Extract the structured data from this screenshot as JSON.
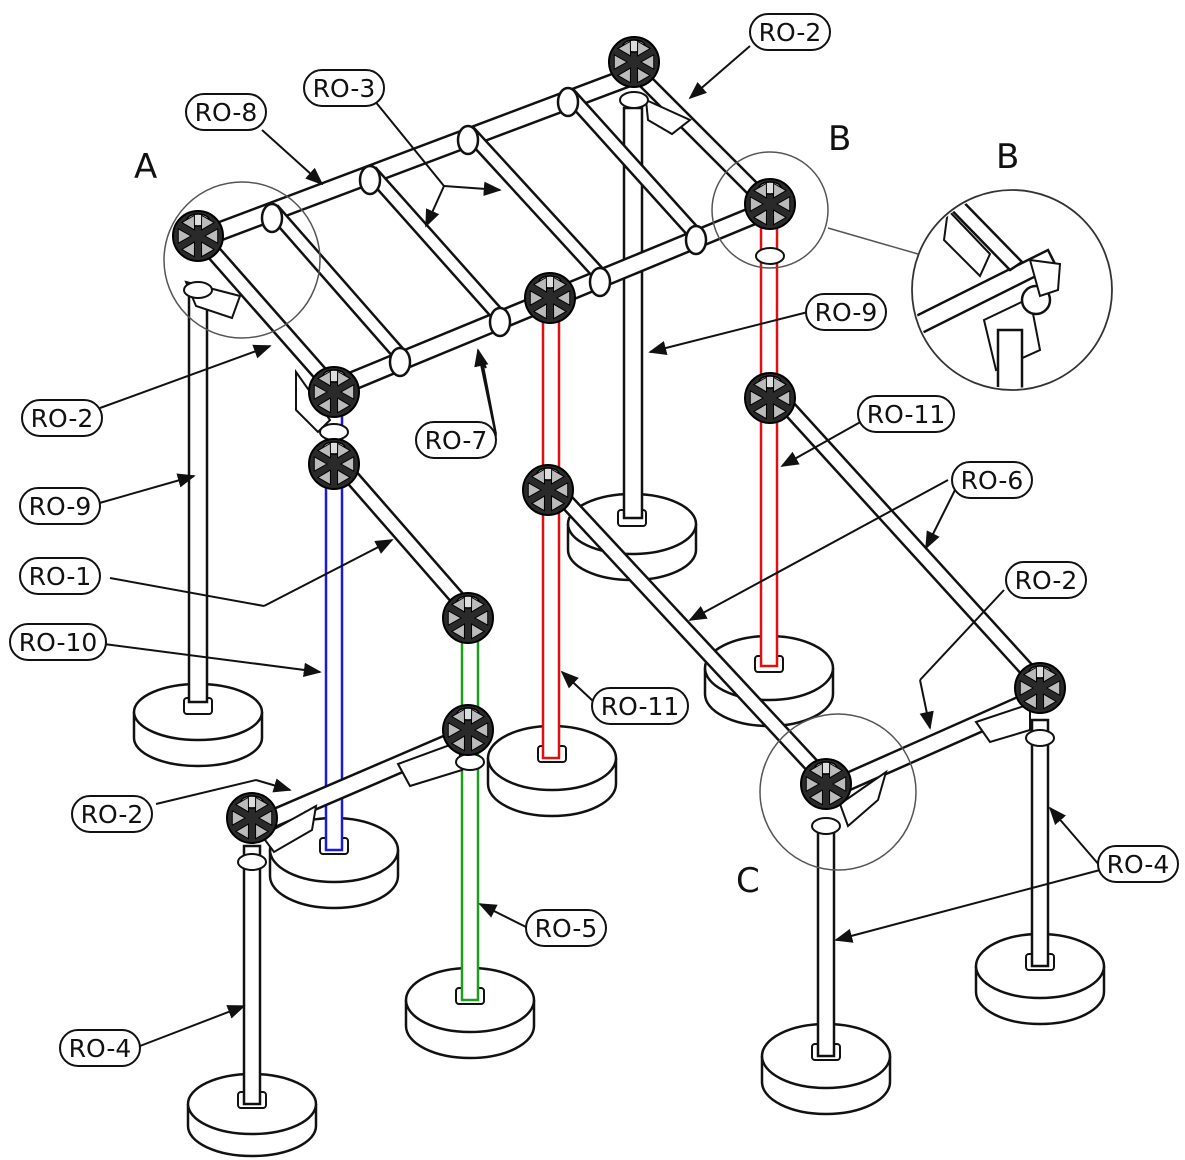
{
  "section_labels": {
    "A": "A",
    "B_top": "B",
    "B_detail": "B",
    "C": "C"
  },
  "callouts": {
    "ro2_top": "RO-2",
    "ro3": "RO-3",
    "ro8": "RO-8",
    "ro9_right": "RO-9",
    "ro2_left": "RO-2",
    "ro7": "RO-7",
    "ro11_right": "RO-11",
    "ro9_left": "RO-9",
    "ro6": "RO-6",
    "ro1": "RO-1",
    "ro2_right": "RO-2",
    "ro10": "RO-10",
    "ro11_mid": "RO-11",
    "ro2_bottom": "RO-2",
    "ro4_right": "RO-4",
    "ro5": "RO-5",
    "ro4_left": "RO-4"
  },
  "colors": {
    "frame": "#111111",
    "blue_pipe": "#1a1adc",
    "green_pipe": "#1e9e1e",
    "red_pipe": "#e01010",
    "joint_fill": "#2a2a2a"
  }
}
